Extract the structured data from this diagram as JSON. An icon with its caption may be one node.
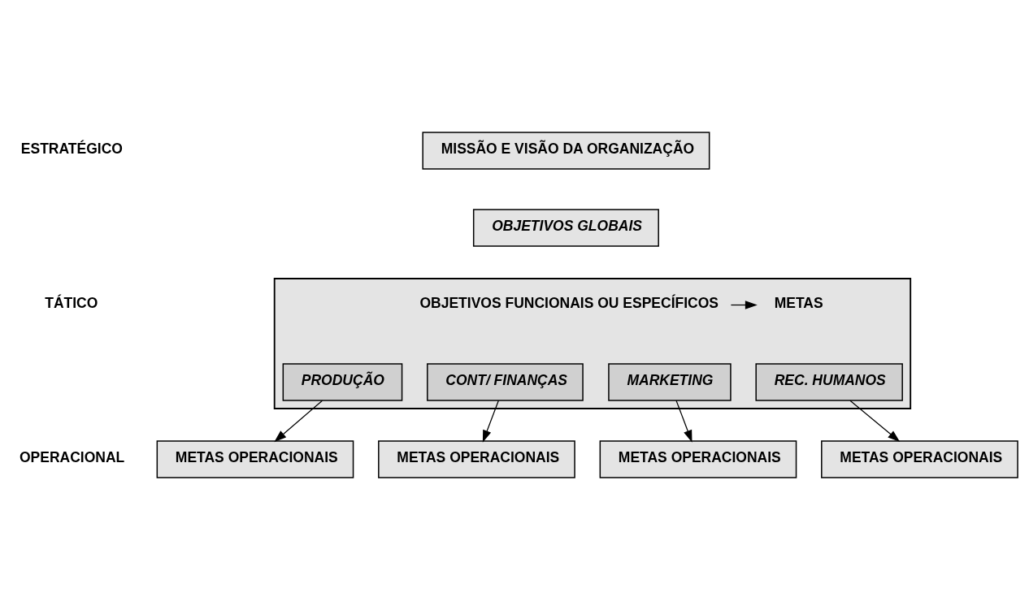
{
  "diagram": {
    "nodes": [
      {
        "text": [
          "MISSÃO E VISÃO DA ORGANIZAÇÃO"
        ]
      },
      {
        "text": [
          "OBJETIVOS GLOBAIS"
        ]
      },
      {
        "text": [],
        "shape": "box"
      },
      {
        "text": [
          "OBJETIVOS FUNCIONAIS OU ESPECÍFICOS"
        ],
        "in": 2
      },
      {
        "text": [
          "METAS"
        ],
        "in": 2
      },
      {
        "text": [
          "PRODUÇÃO"
        ],
        "in": 2
      },
      {
        "text": [
          "CONT/ FINANÇAS"
        ],
        "in": 2
      },
      {
        "text": [
          "MARKETING"
        ],
        "in": 2
      },
      {
        "text": [
          "REC. HUMANOS"
        ],
        "in": 2
      },
      {
        "text": [
          "METAS OPERACIONAIS"
        ]
      },
      {
        "text": [
          "METAS OPERACIONAIS"
        ]
      },
      {
        "text": [
          "METAS OPERACIONAIS"
        ]
      },
      {
        "text": [
          "METAS OPERACIONAIS"
        ]
      }
    ],
    "edges": [
      {
        "from": 3,
        "to": 4,
        "arrow": "to"
      },
      {
        "from": 5,
        "to": 9,
        "arrow": "to"
      },
      {
        "from": 6,
        "to": 10,
        "arrow": "to"
      },
      {
        "from": 7,
        "to": 11,
        "arrow": "to"
      },
      {
        "from": 8,
        "to": 12,
        "arrow": "to"
      }
    ],
    "labels": [
      "ESTRATÉGICO",
      "TÁTICO",
      "OPERACIONAL"
    ]
  }
}
